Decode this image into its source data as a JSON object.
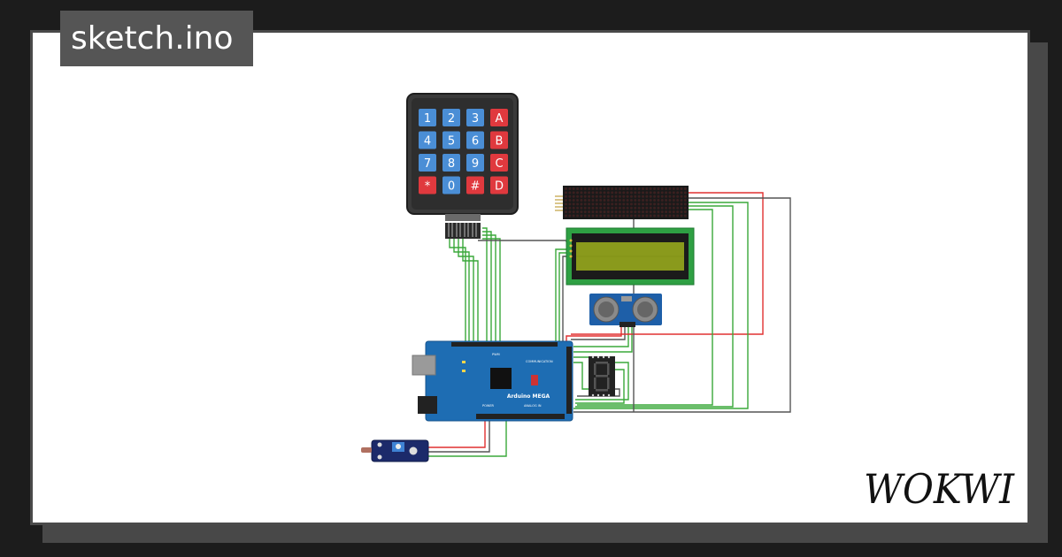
{
  "header": {
    "file_name": "sketch.ino"
  },
  "brand": {
    "logo_text": "WOKWI"
  },
  "keypad": {
    "keys": [
      "1",
      "2",
      "3",
      "A",
      "4",
      "5",
      "6",
      "B",
      "7",
      "8",
      "9",
      "C",
      "*",
      "0",
      "#",
      "D"
    ]
  },
  "board": {
    "title": "Arduino MEGA",
    "labels": {
      "pwm": "PWM",
      "communication": "COMMUNICATION",
      "power": "POWER",
      "analog_in": "ANALOG IN"
    }
  },
  "segment_display": {
    "digit": "8"
  },
  "colors": {
    "key_blue": "#4a8ed6",
    "key_red": "#e0393e",
    "board_blue": "#1e6db3",
    "lcd_green": "#8a9a1c",
    "lcd_pcb": "#2ea043",
    "wire_green": "#3aa83a",
    "wire_red": "#e03030",
    "wire_gray": "#555555"
  }
}
